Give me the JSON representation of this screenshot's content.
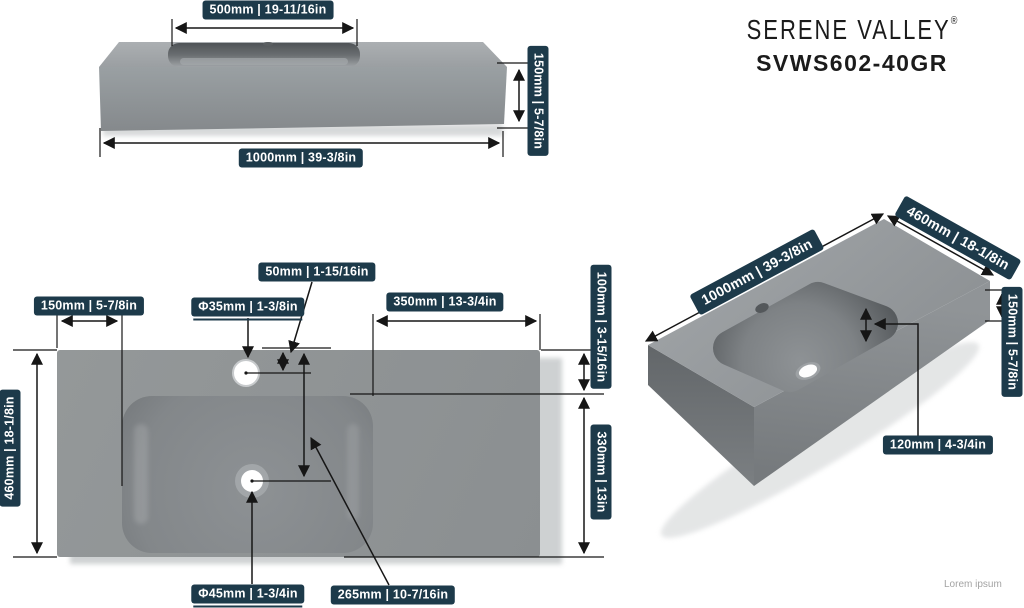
{
  "brand": {
    "name": "SERENE VALLEY",
    "registered": "®",
    "model": "SVWS602-40GR"
  },
  "watermark": "Lorem ipsum",
  "colors": {
    "badge_bg": "#1d3a4a",
    "badge_text": "#ffffff",
    "dimension_line": "#161616",
    "sink_body_light": "#a6abae",
    "sink_body_mid": "#8f9396",
    "sink_body_dark": "#6e7275"
  },
  "views": {
    "front": {
      "dims": {
        "basin_width": "500mm | 19-11/16in",
        "height": "150mm | 5-7/8in",
        "total_width": "1000mm | 39-3/8in"
      }
    },
    "top": {
      "dims": {
        "left_deck": "150mm | 5-7/8in",
        "faucet_hole_dia": "Φ35mm | 1-3/8in",
        "faucet_back_offset": "50mm | 1-15/16in",
        "right_deck": "350mm | 13-3/4in",
        "basin_back_offset": "100mm | 3-15/16in",
        "overall_depth": "460mm | 18-1/8in",
        "basin_depth": "330mm | 13in",
        "drain_hole_dia": "Φ45mm | 1-3/4in",
        "drain_back_offset": "265mm | 10-7/16in"
      }
    },
    "perspective": {
      "dims": {
        "length": "1000mm | 39-3/8in",
        "depth": "460mm | 18-1/8in",
        "height": "150mm | 5-7/8in",
        "basin_inner_depth": "120mm | 4-3/4in"
      }
    }
  }
}
